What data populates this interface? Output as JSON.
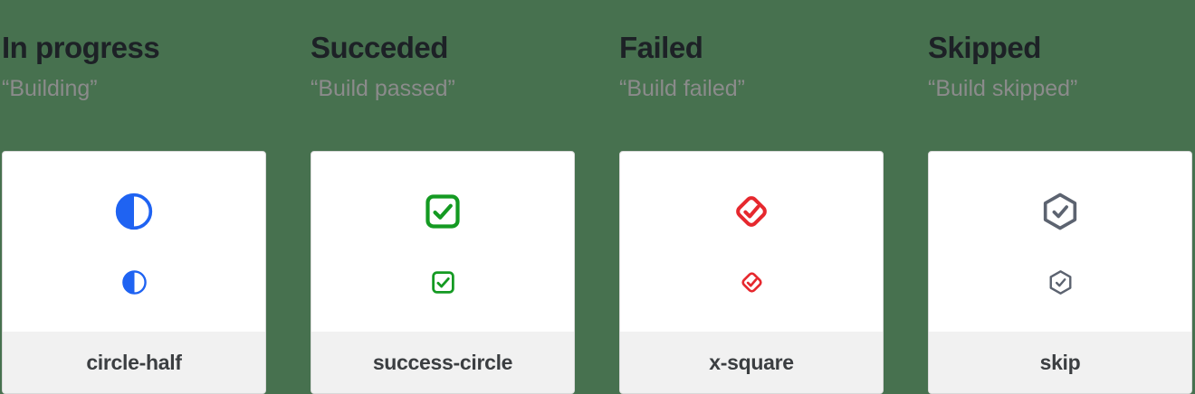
{
  "page": {
    "background_color": "#47714f",
    "card_background": "#ffffff",
    "card_border_color": "#d9d9d9",
    "footer_background": "#f1f1f1"
  },
  "columns": [
    {
      "title": "In progress",
      "subtitle": "“Building”",
      "icon": "circle-half-icon",
      "label": "circle-half",
      "accent_color": "#1f63f2"
    },
    {
      "title": "Succeded",
      "subtitle": "“Build passed”",
      "icon": "check-square-icon",
      "label": "success-circle",
      "accent_color": "#149a22"
    },
    {
      "title": "Failed",
      "subtitle": "“Build failed”",
      "icon": "check-diamond-icon",
      "label": "x-square",
      "accent_color": "#e6282e"
    },
    {
      "title": "Skipped",
      "subtitle": "“Build skipped”",
      "icon": "check-hexagon-icon",
      "label": "skip",
      "accent_color": "#5c6370"
    }
  ]
}
